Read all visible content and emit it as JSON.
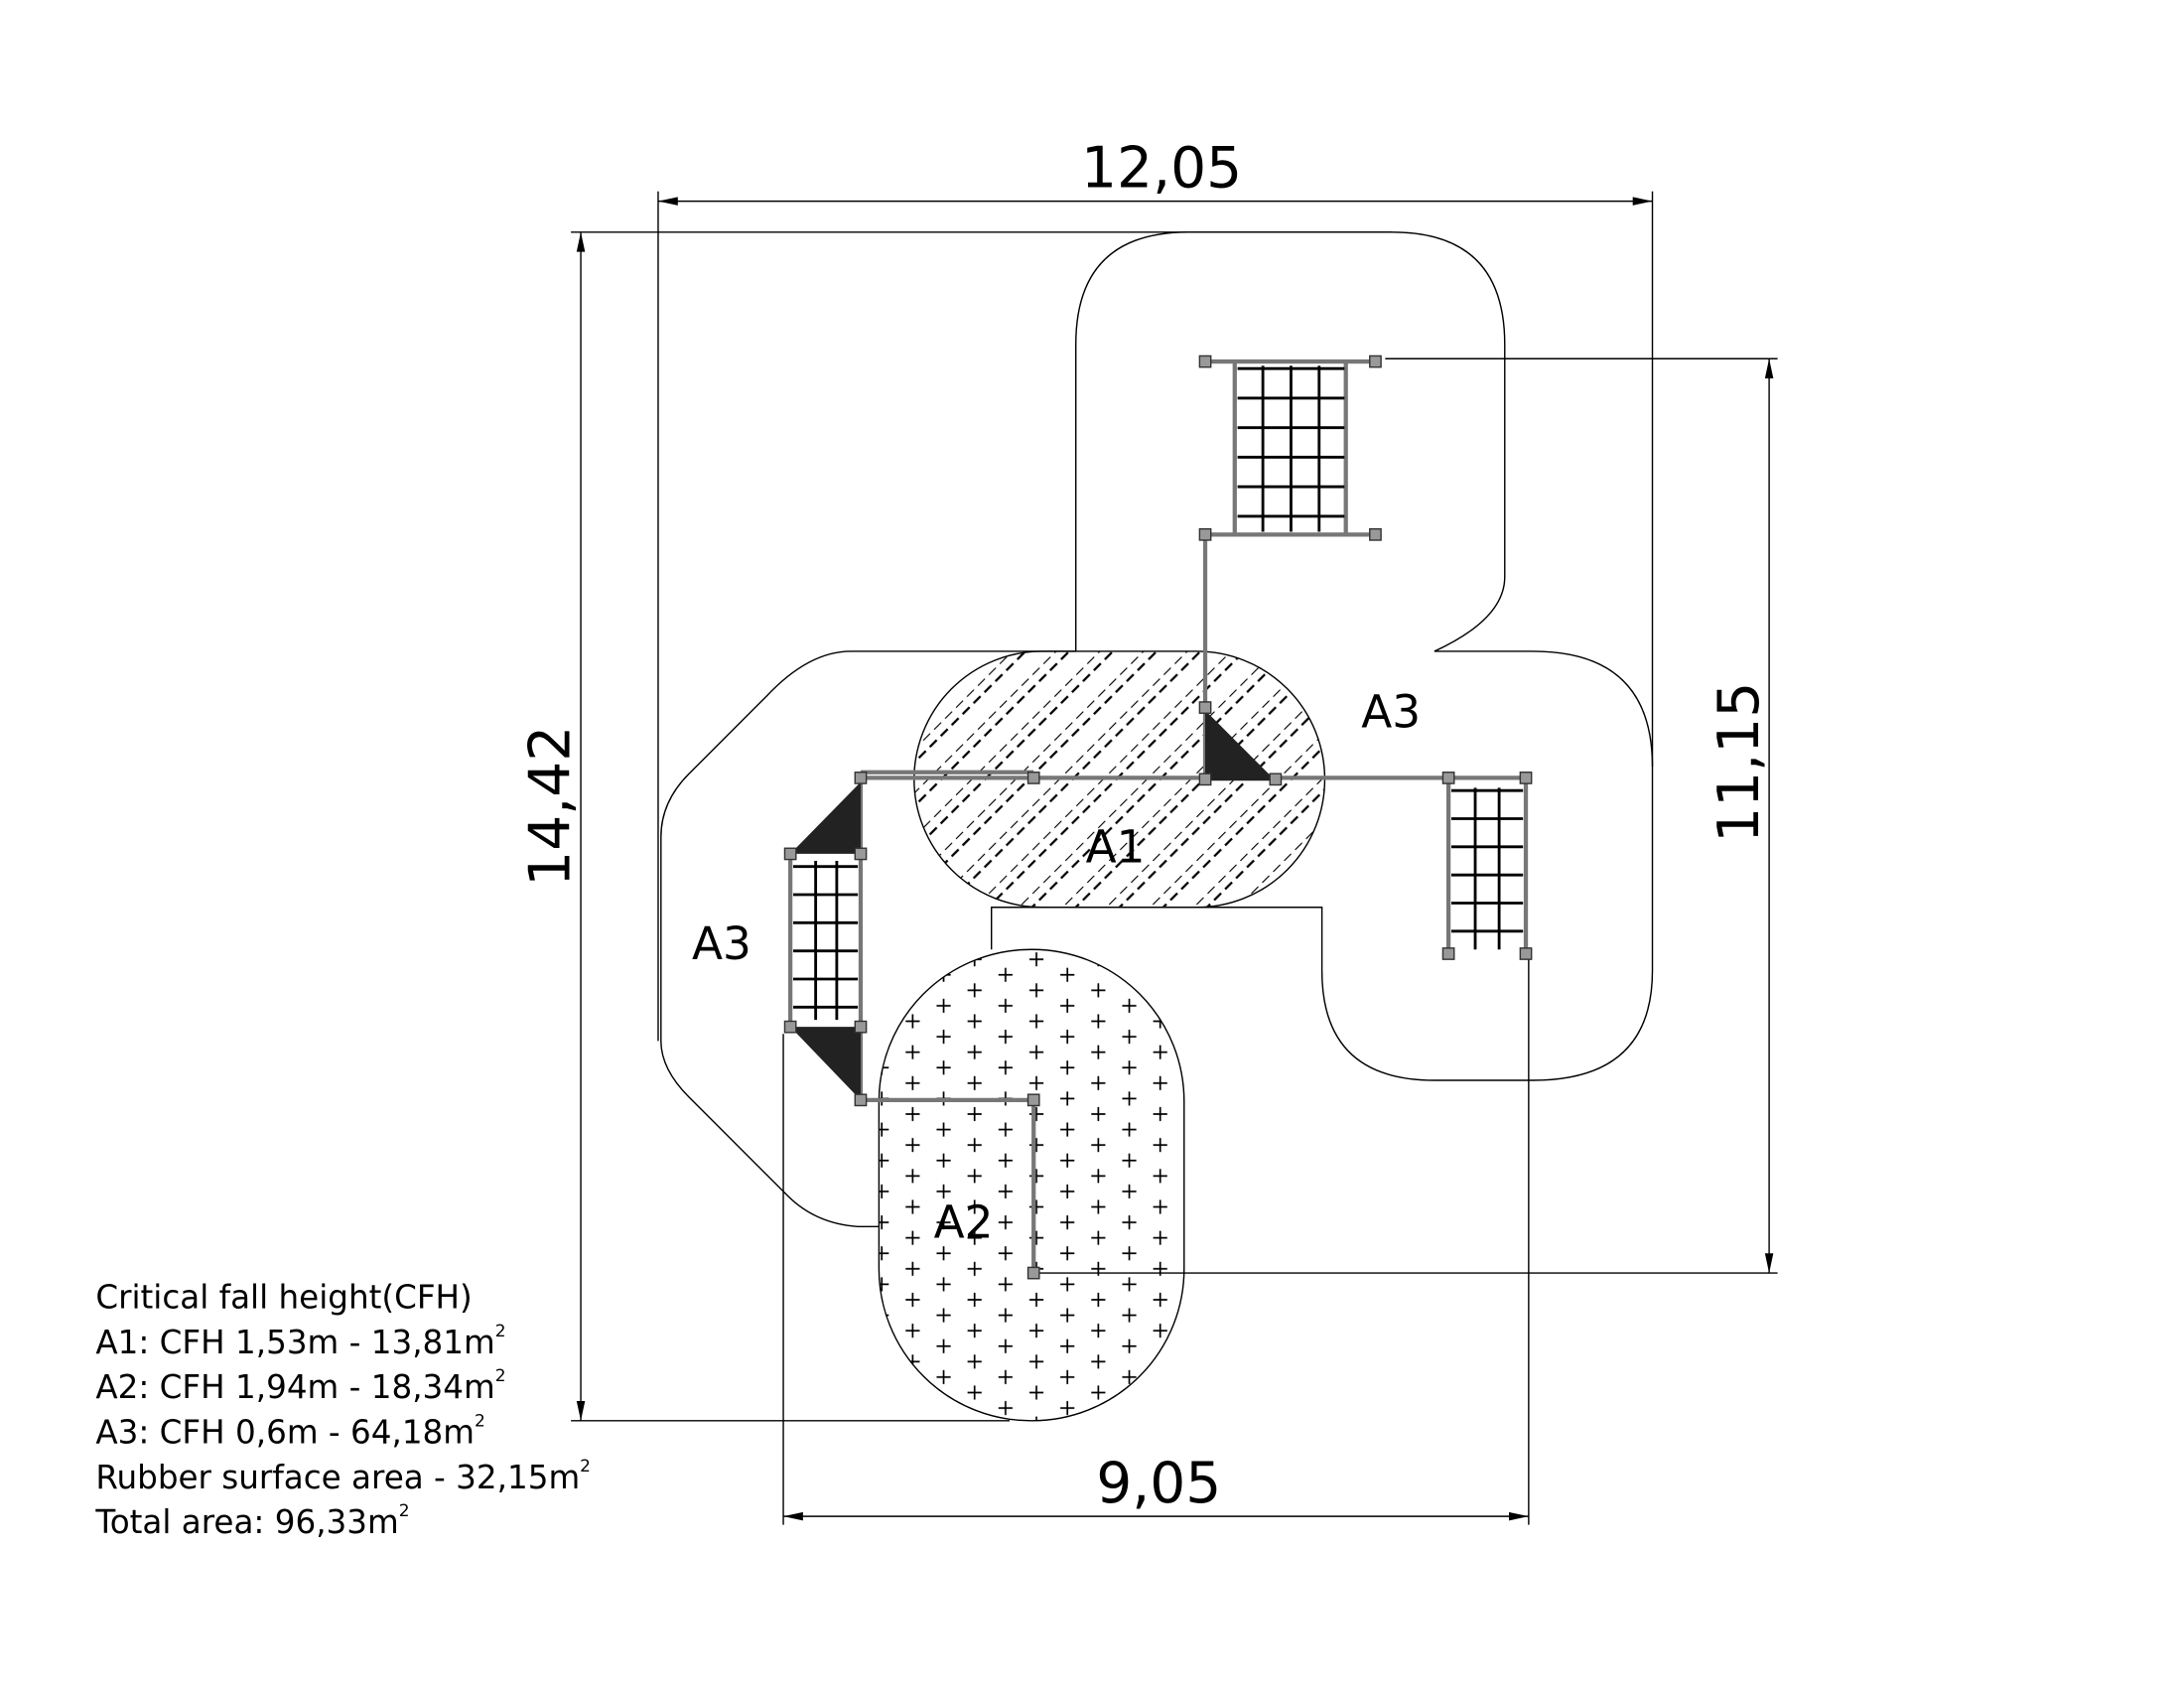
{
  "dimensions": {
    "total_width": "12,05",
    "total_height": "14,42",
    "equipment_height": "11,15",
    "equipment_width": "9,05"
  },
  "zones": {
    "a1": "A1",
    "a2": "A2",
    "a3_right": "A3",
    "a3_left": "A3"
  },
  "legend": {
    "title": "Critical fall height(CFH)",
    "lines": [
      {
        "text": "A1: CFH 1,53m - 13,81m",
        "sup": "2"
      },
      {
        "text": "A2: CFH 1,94m - 18,34m",
        "sup": "2"
      },
      {
        "text": "A3: CFH 0,6m - 64,18m",
        "sup": "2"
      },
      {
        "text": "Rubber surface area - 32,15m",
        "sup": "2"
      },
      {
        "text": "Total area: 96,33m",
        "sup": "2"
      }
    ]
  },
  "colors": {
    "line": "#000000",
    "frame": "#8a8a8a",
    "panel": "#222222"
  }
}
